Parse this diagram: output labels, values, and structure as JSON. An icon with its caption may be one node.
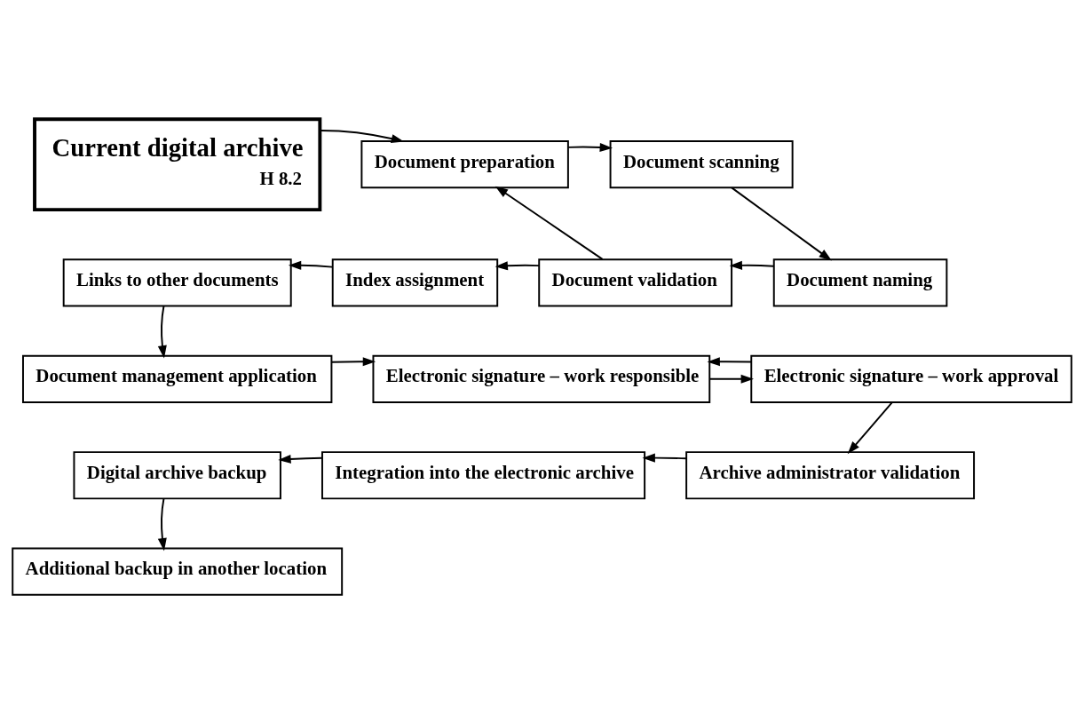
{
  "diagram": {
    "nodes": [
      {
        "text": [
          "Current digital archive",
          "H 8.2"
        ]
      },
      {
        "text": [
          "Document preparation"
        ]
      },
      {
        "text": [
          "Document scanning"
        ]
      },
      {
        "text": [
          "Document naming"
        ]
      },
      {
        "text": [
          "Document validation"
        ]
      },
      {
        "text": [
          "Index assignment"
        ]
      },
      {
        "text": [
          "Links to other documents"
        ]
      },
      {
        "text": [
          "Document management application"
        ]
      },
      {
        "text": [
          "Electronic signature – work responsible"
        ]
      },
      {
        "text": [
          "Electronic signature – work approval"
        ]
      },
      {
        "text": [
          "Archive administrator validation"
        ]
      },
      {
        "text": [
          "Integration into the electronic archive"
        ]
      },
      {
        "text": [
          "Digital archive backup"
        ]
      },
      {
        "text": [
          "Additional backup in another location"
        ]
      }
    ],
    "edges": [
      {
        "from": 0,
        "to": 1,
        "arrow": "to"
      },
      {
        "from": 1,
        "to": 2,
        "arrow": "to"
      },
      {
        "from": 2,
        "to": 3,
        "arrow": "to"
      },
      {
        "from": 3,
        "to": 4,
        "arrow": "to"
      },
      {
        "from": 4,
        "to": 5,
        "arrow": "to"
      },
      {
        "from": 5,
        "to": 6,
        "arrow": "to"
      },
      {
        "from": 4,
        "to": 1,
        "arrow": "to"
      },
      {
        "from": 6,
        "to": 7,
        "arrow": "to"
      },
      {
        "from": 7,
        "to": 8,
        "arrow": "to"
      },
      {
        "from": 8,
        "to": 9,
        "arrow": "to"
      },
      {
        "from": 9,
        "to": 8,
        "arrow": "to"
      },
      {
        "from": 9,
        "to": 10,
        "arrow": "to"
      },
      {
        "from": 10,
        "to": 11,
        "arrow": "to"
      },
      {
        "from": 11,
        "to": 12,
        "arrow": "to"
      },
      {
        "from": 12,
        "to": 13,
        "arrow": "to"
      }
    ]
  }
}
